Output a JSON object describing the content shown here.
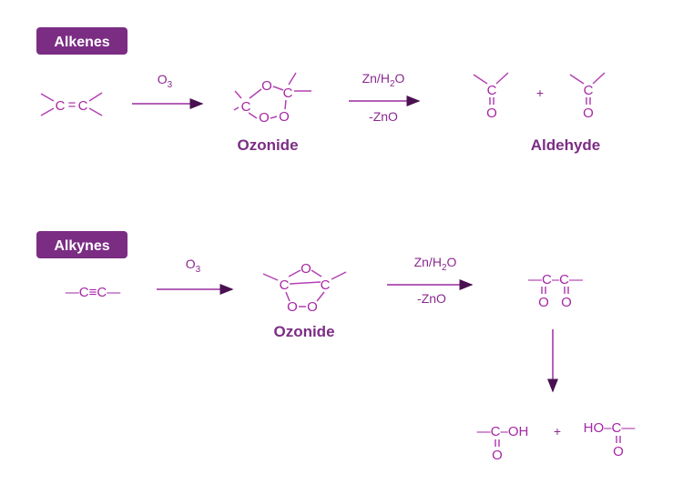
{
  "colors": {
    "badge": "#7b2d84",
    "structure": "#a626a4",
    "label": "#7b2d84"
  },
  "alkenes": {
    "badge": "Alkenes",
    "reactant": {
      "c1": "C",
      "eq": "=",
      "c2": "C"
    },
    "reagent1": {
      "main": "O",
      "sub": "3"
    },
    "ozonide": {
      "c1": "C",
      "o1": "O",
      "c2": "C",
      "o2": "O",
      "o3": "O",
      "label": "Ozonide"
    },
    "reagent2": {
      "top_a": "Zn/H",
      "top_sub": "2",
      "top_b": "O",
      "bottom": "-ZnO"
    },
    "product1": {
      "c": "C",
      "o": "O"
    },
    "plus": "+",
    "product2": {
      "c": "C",
      "o": "O"
    },
    "product_label": "Aldehyde"
  },
  "alkynes": {
    "badge": "Alkynes",
    "reactant": "—C≡C—",
    "reagent1": {
      "main": "O",
      "sub": "3"
    },
    "ozonide": {
      "c1": "C",
      "o1": "O",
      "c2": "C",
      "o2": "O",
      "o3": "O",
      "label": "Ozonide"
    },
    "reagent2": {
      "top_a": "Zn/H",
      "top_sub": "2",
      "top_b": "O",
      "bottom": "-ZnO"
    },
    "diketone": {
      "chain": "—C–C—",
      "o1": "O",
      "o2": "O"
    },
    "acid1": {
      "chain": "—C–OH",
      "o": "O"
    },
    "plus": "+",
    "acid2": {
      "chain": "HO–C—",
      "o": "O"
    }
  }
}
